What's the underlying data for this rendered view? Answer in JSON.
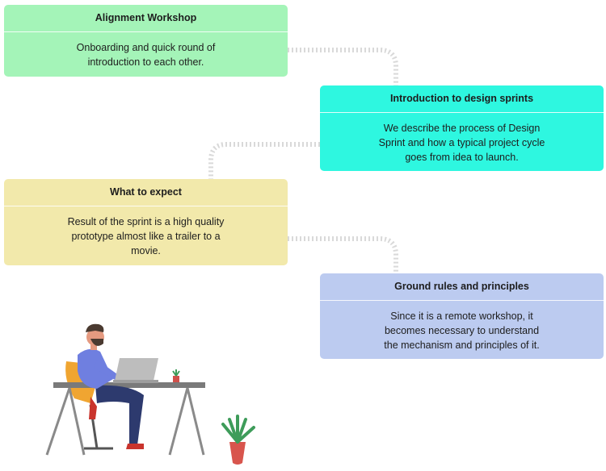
{
  "steps": [
    {
      "title": "Alignment Workshop",
      "body": "Onboarding and quick round of introduction to each other."
    },
    {
      "title": "Introduction to design sprints",
      "body": "We describe the process of Design Sprint and how a typical project cycle goes from idea to launch."
    },
    {
      "title": "What to expect",
      "body": "Result of the sprint is a high quality prototype almost like a trailer to a movie."
    },
    {
      "title": "Ground rules and principles",
      "body": "Since it is a remote workshop, it becomes necessary to understand the mechanism and principles of it."
    }
  ],
  "colors": {
    "step1": "#a4f4b8",
    "step2": "#2ef7e0",
    "step3": "#f2e9ab",
    "step4": "#bccbf0",
    "connector": "#d9d9d9"
  },
  "illustration": {
    "icons": [
      "person-at-desk-icon",
      "laptop-icon",
      "potted-plant-icon",
      "small-plant-icon"
    ]
  }
}
